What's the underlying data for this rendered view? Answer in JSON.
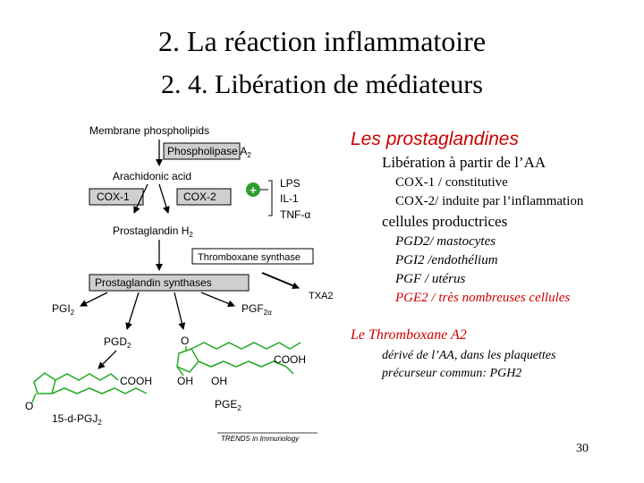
{
  "title": "2. La réaction inflammatoire",
  "subtitle": "2. 4. Libération de médiateurs",
  "diagram": {
    "membrane": "Membrane phospholipids",
    "phospholipase": "Phospholipase A",
    "phospholipase_sub": "2",
    "arachidonic": "Arachidonic acid",
    "cox1": "COX-1",
    "cox2": "COX-2",
    "plus": "+",
    "lps": "LPS",
    "il1": "IL-1",
    "tnf": "TNF-α",
    "pgh": "Prostaglandin H",
    "pgh_sub": "2",
    "thromboxane_synthase": "Thromboxane synthase",
    "txa2": "TXA2",
    "pg_synthases": "Prostaglandin synthases",
    "pgi": "PGI",
    "pgi_sub": "2",
    "pgf": "PGF",
    "pgf_sub": "2α",
    "pgd": "PGD",
    "pgd_sub": "2",
    "cooh": "COOH",
    "oh": "OH",
    "o": "O",
    "pge": "PGE",
    "pge_sub": "2",
    "dpgj": "15-d-PGJ",
    "dpgj_sub": "2",
    "credit": "TRENDS in Immunology"
  },
  "right": {
    "prost_title": "Les prostaglandines",
    "liberation": "Libération à partir de l’AA",
    "cox1_line": "COX-1 / constitutive",
    "cox2_line": "COX-2/ induite par l’inflammation",
    "cells_title": "cellules productrices",
    "pgd2_line": "PGD2/ mastocytes",
    "pgi2_line": "PGI2 /endothélium",
    "pgf_line": "PGF / utérus",
    "pge2_line": "PGE2 / très nombreuses cellules",
    "txa_title": "Le Thromboxane A2",
    "derive_line": "dérivé de l’AA, dans les plaquettes",
    "precursor_line": "précurseur commun: PGH2"
  },
  "page_number": "30",
  "colors": {
    "box_fill": "#cfcfcf",
    "accent_red": "#cc0000",
    "plus_green": "#2e9e2e",
    "structure_green": "#22aa22"
  }
}
